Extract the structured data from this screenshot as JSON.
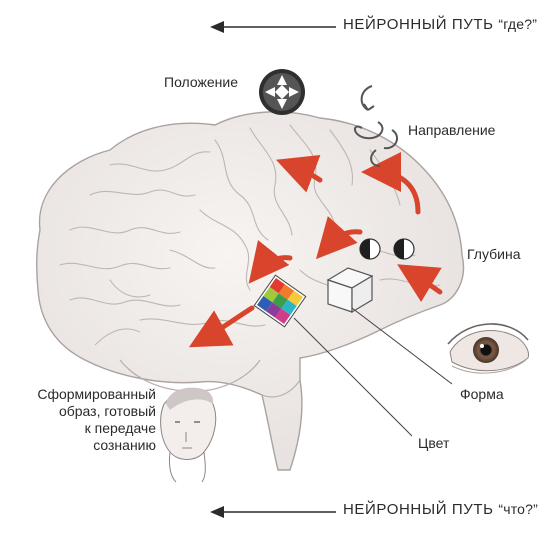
{
  "header": {
    "where_path_main": "НЕЙРОННЫЙ ПУТЬ",
    "where_path_sub": "“где?”"
  },
  "footer": {
    "what_path_main": "НЕЙРОННЫЙ ПУТЬ",
    "what_path_sub": "“что?”"
  },
  "labels": {
    "position": "Положение",
    "direction": "Направление",
    "depth": "Глубина",
    "form": "Форма",
    "color": "Цвет",
    "formed_image": [
      "Сформированный",
      "образ, готовый",
      "к передаче",
      "сознанию"
    ]
  },
  "colors": {
    "arrow_red": "#d8452c",
    "brain_fill": "#f2eeec",
    "brain_stroke": "#a9a2a0",
    "text": "#2b2b2b"
  },
  "color_cube": [
    "#e23a2d",
    "#f07b2a",
    "#f4c93a",
    "#a2c83c",
    "#3a9d4a",
    "#2bb6c8",
    "#2c5fb3",
    "#8a3c9b",
    "#d23a8a"
  ]
}
